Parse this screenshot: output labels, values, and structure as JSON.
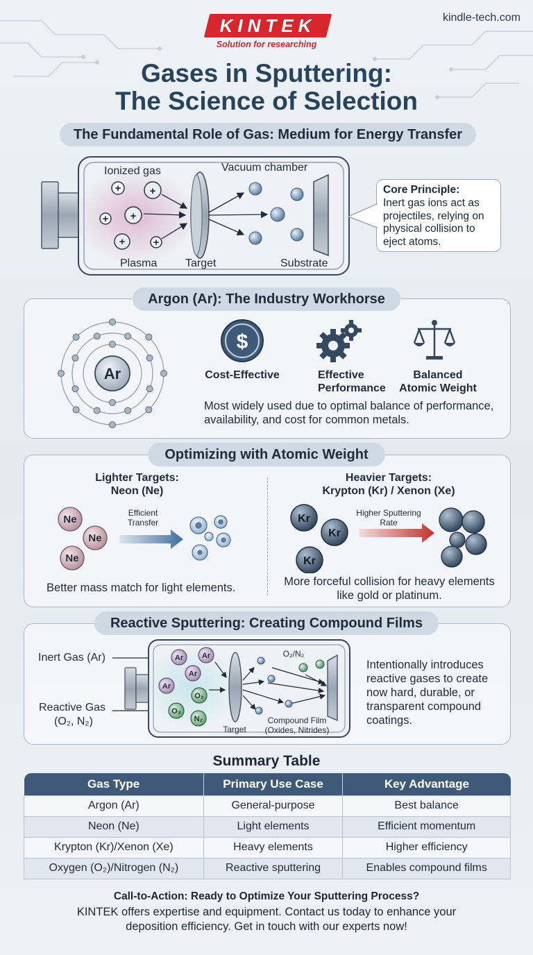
{
  "brand": {
    "logo": "KINTEK",
    "tagline": "Solution for researching",
    "domain": "kindle-tech.com",
    "accent": "#d8262c"
  },
  "title": {
    "line1": "Gases in Sputtering:",
    "line2": "The Science of Selection"
  },
  "section1": {
    "heading": "The Fundamental Role of Gas: Medium for Energy Transfer",
    "labels": {
      "ionized_gas": "Ionized gas",
      "vacuum_chamber": "Vacuum chamber",
      "plasma": "Plasma",
      "target": "Target",
      "substrate": "Substrate"
    },
    "callout_title": "Core Principle:",
    "callout_text": "Inert gas ions act as projectiles, relying on physical collision to eject atoms."
  },
  "section2": {
    "heading": "Argon (Ar): The Industry Workhorse",
    "atom_symbol": "Ar",
    "features": [
      {
        "icon": "dollar-coin-icon",
        "label": "Cost-Effective"
      },
      {
        "icon": "gears-icon",
        "label": "Effective Performance"
      },
      {
        "icon": "balance-scale-icon",
        "label": "Balanced Atomic Weight"
      }
    ],
    "description": "Most widely used due to optimal balance of performance, availability, and cost for common metals."
  },
  "section3": {
    "heading": "Optimizing with Atomic Weight",
    "light": {
      "title_line1": "Lighter Targets:",
      "title_line2": "Neon (Ne)",
      "symbol": "Ne",
      "arrow_label": "Efficient Transfer",
      "description": "Better mass match for light elements."
    },
    "heavy": {
      "title_line1": "Heavier Targets:",
      "title_line2": "Krypton (Kr) / Xenon (Xe)",
      "symbol": "Kr",
      "arrow_label": "Higher Sputtering Rate",
      "description": "More forceful collision for heavy elements like gold or platinum."
    }
  },
  "section4": {
    "heading": "Reactive Sputtering: Creating Compound Films",
    "inert_label": "Inert Gas (Ar)",
    "reactive_label_line1": "Reactive Gas",
    "reactive_label_line2": "(O₂, N₂)",
    "symbols": {
      "ar": "Ar",
      "o2": "O₂",
      "o3": "O₃",
      "n2": "N₂"
    },
    "gas_label": "O₂/N₂",
    "target_label": "Target",
    "film_label_line1": "Compound Film",
    "film_label_line2": "(Oxides, Nitrides)",
    "description": "Intentionally introduces reactive gases to create now hard, durable, or transparent compound coatings."
  },
  "summary": {
    "title": "Summary Table",
    "headers": [
      "Gas Type",
      "Primary Use Case",
      "Key Advantage"
    ],
    "rows": [
      [
        "Argon (Ar)",
        "General-purpose",
        "Best balance"
      ],
      [
        "Neon (Ne)",
        "Light elements",
        "Efficient momentum"
      ],
      [
        "Krypton (Kr)/Xenon (Xe)",
        "Heavy elements",
        "Higher efficiency"
      ],
      [
        "Oxygen (O₂)/Nitrogen (N₂)",
        "Reactive sputtering",
        "Enables compound films"
      ]
    ]
  },
  "cta": {
    "title": "Call-to-Action: Ready to Optimize Your Sputtering Process?",
    "text": "KINTEK offers expertise and equipment. Contact us today to enhance your deposition efficiency. Get in touch with our experts now!"
  }
}
